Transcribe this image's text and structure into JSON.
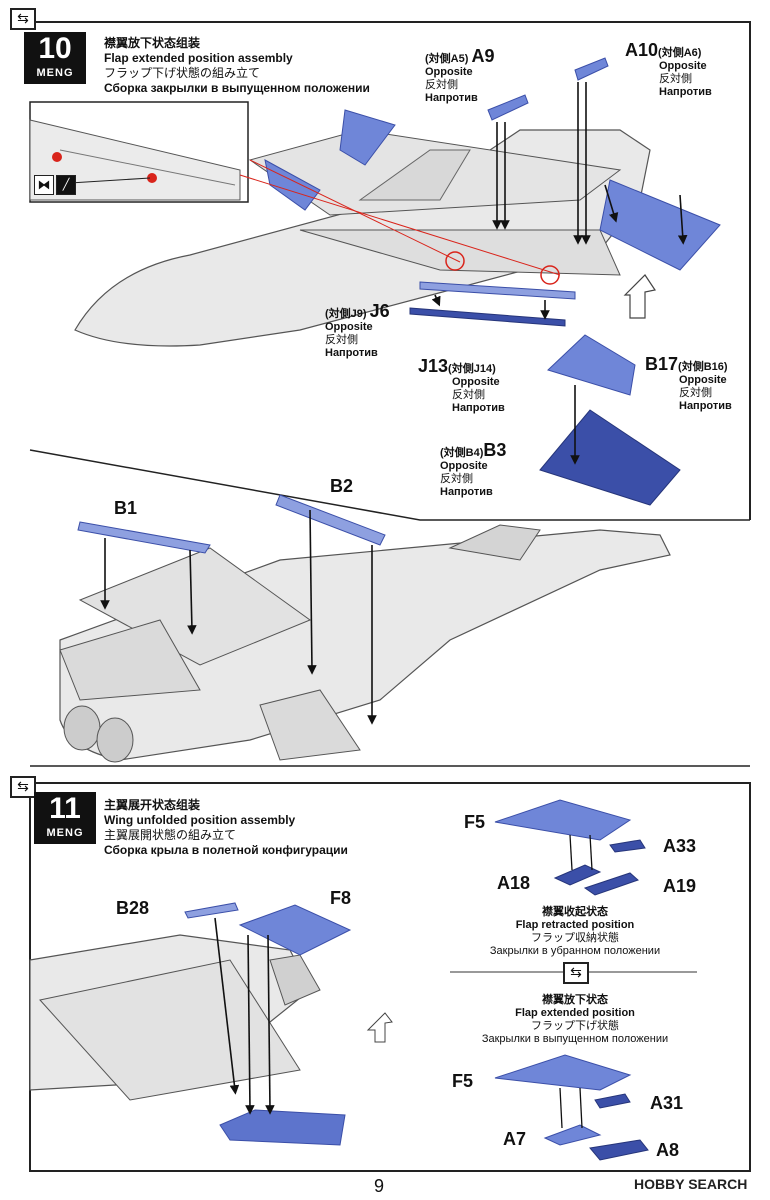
{
  "step10": {
    "number": "10",
    "brand": "MENG",
    "title_cn": "襟翼放下状态组装",
    "title_en": "Flap extended position assembly",
    "title_jp": "フラップ下げ状態の組み立て",
    "title_ru": "Сборка закрылки в выпущенном положении",
    "parts": {
      "a9": {
        "opp_tag": "(対側A5)",
        "id": "A9",
        "opposite": "Opposite",
        "jp": "反対側",
        "ru": "Напротив"
      },
      "a10": {
        "id": "A10",
        "opp_tag": "(対側A6)",
        "opposite": "Opposite",
        "jp": "反対側",
        "ru": "Напротив"
      },
      "j6": {
        "opp_tag": "(対側J9)",
        "id": "J6",
        "opposite": "Opposite",
        "jp": "反対側",
        "ru": "Напротив"
      },
      "j13": {
        "id": "J13",
        "opp_tag": "(対側J14)",
        "opposite": "Opposite",
        "jp": "反対側",
        "ru": "Напротив"
      },
      "b17": {
        "id": "B17",
        "opp_tag": "(対側B16)",
        "opposite": "Opposite",
        "jp": "反対側",
        "ru": "Напротив"
      },
      "b3": {
        "opp_tag": "(対側B4)",
        "id": "B3",
        "opposite": "Opposite",
        "jp": "反対側",
        "ru": "Напротив"
      },
      "b1": {
        "id": "B1"
      },
      "b2": {
        "id": "B2"
      }
    }
  },
  "step11": {
    "number": "11",
    "brand": "MENG",
    "title_cn": "主翼展开状态组装",
    "title_en": "Wing unfolded position assembly",
    "title_jp": "主翼展開状態の組み立て",
    "title_ru": "Сборка крыла в полетной конфигурации",
    "parts": {
      "b28": "B28",
      "f8": "F8",
      "f5_top": "F5",
      "a33": "A33",
      "a18": "A18",
      "a19": "A19",
      "f5_bottom": "F5",
      "a31": "A31",
      "a7": "A7",
      "a8": "A8"
    },
    "retracted": {
      "cn": "襟翼收起状态",
      "en": "Flap retracted position",
      "jp": "フラップ収納状態",
      "ru": "Закрылки в убранном положении"
    },
    "extended": {
      "cn": "襟翼放下状态",
      "en": "Flap extended position",
      "jp": "フラップ下げ状態",
      "ru": "Закрылки в выпущенном положении"
    }
  },
  "icons": {
    "sequence": "arrow-sequence-icon",
    "cement": "cement-tube-icon",
    "bowtie": "glue-bowtie-icon",
    "direction": "direction-arrow-icon"
  },
  "colors": {
    "part_blue": "#6f86d8",
    "part_blue_dark": "#3b4fa8",
    "airframe": "#e9e9e9",
    "highlight_red": "#d9241b"
  },
  "footer": {
    "page_number": "9",
    "watermark": "HOBBY SEARCH"
  }
}
